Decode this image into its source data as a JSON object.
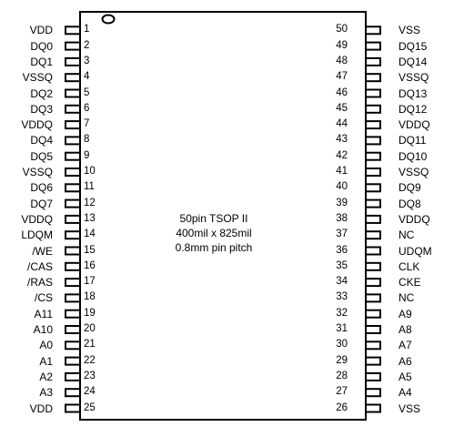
{
  "package": {
    "description_lines": [
      "50pin TSOP II",
      "400mil x 825mil",
      "0.8mm pin pitch"
    ]
  },
  "left_pins": [
    {
      "num": "1",
      "label": "VDD"
    },
    {
      "num": "2",
      "label": "DQ0"
    },
    {
      "num": "3",
      "label": "DQ1"
    },
    {
      "num": "4",
      "label": "VSSQ"
    },
    {
      "num": "5",
      "label": "DQ2"
    },
    {
      "num": "6",
      "label": "DQ3"
    },
    {
      "num": "7",
      "label": "VDDQ"
    },
    {
      "num": "8",
      "label": "DQ4"
    },
    {
      "num": "9",
      "label": "DQ5"
    },
    {
      "num": "10",
      "label": "VSSQ"
    },
    {
      "num": "11",
      "label": "DQ6"
    },
    {
      "num": "12",
      "label": "DQ7"
    },
    {
      "num": "13",
      "label": "VDDQ"
    },
    {
      "num": "14",
      "label": "LDQM"
    },
    {
      "num": "15",
      "label": "/WE"
    },
    {
      "num": "16",
      "label": "/CAS"
    },
    {
      "num": "17",
      "label": "/RAS"
    },
    {
      "num": "18",
      "label": "/CS"
    },
    {
      "num": "19",
      "label": "A11"
    },
    {
      "num": "20",
      "label": "A10"
    },
    {
      "num": "21",
      "label": "A0"
    },
    {
      "num": "22",
      "label": "A1"
    },
    {
      "num": "23",
      "label": "A2"
    },
    {
      "num": "24",
      "label": "A3"
    },
    {
      "num": "25",
      "label": "VDD"
    }
  ],
  "right_pins": [
    {
      "num": "50",
      "label": "VSS"
    },
    {
      "num": "49",
      "label": "DQ15"
    },
    {
      "num": "48",
      "label": "DQ14"
    },
    {
      "num": "47",
      "label": "VSSQ"
    },
    {
      "num": "46",
      "label": "DQ13"
    },
    {
      "num": "45",
      "label": "DQ12"
    },
    {
      "num": "44",
      "label": "VDDQ"
    },
    {
      "num": "43",
      "label": "DQ11"
    },
    {
      "num": "42",
      "label": "DQ10"
    },
    {
      "num": "41",
      "label": "VSSQ"
    },
    {
      "num": "40",
      "label": "DQ9"
    },
    {
      "num": "39",
      "label": "DQ8"
    },
    {
      "num": "38",
      "label": "VDDQ"
    },
    {
      "num": "37",
      "label": "NC"
    },
    {
      "num": "36",
      "label": "UDQM"
    },
    {
      "num": "35",
      "label": "CLK"
    },
    {
      "num": "34",
      "label": "CKE"
    },
    {
      "num": "33",
      "label": "NC"
    },
    {
      "num": "32",
      "label": "A9"
    },
    {
      "num": "31",
      "label": "A8"
    },
    {
      "num": "30",
      "label": "A7"
    },
    {
      "num": "29",
      "label": "A6"
    },
    {
      "num": "28",
      "label": "A5"
    },
    {
      "num": "27",
      "label": "A4"
    },
    {
      "num": "26",
      "label": "VSS"
    }
  ]
}
